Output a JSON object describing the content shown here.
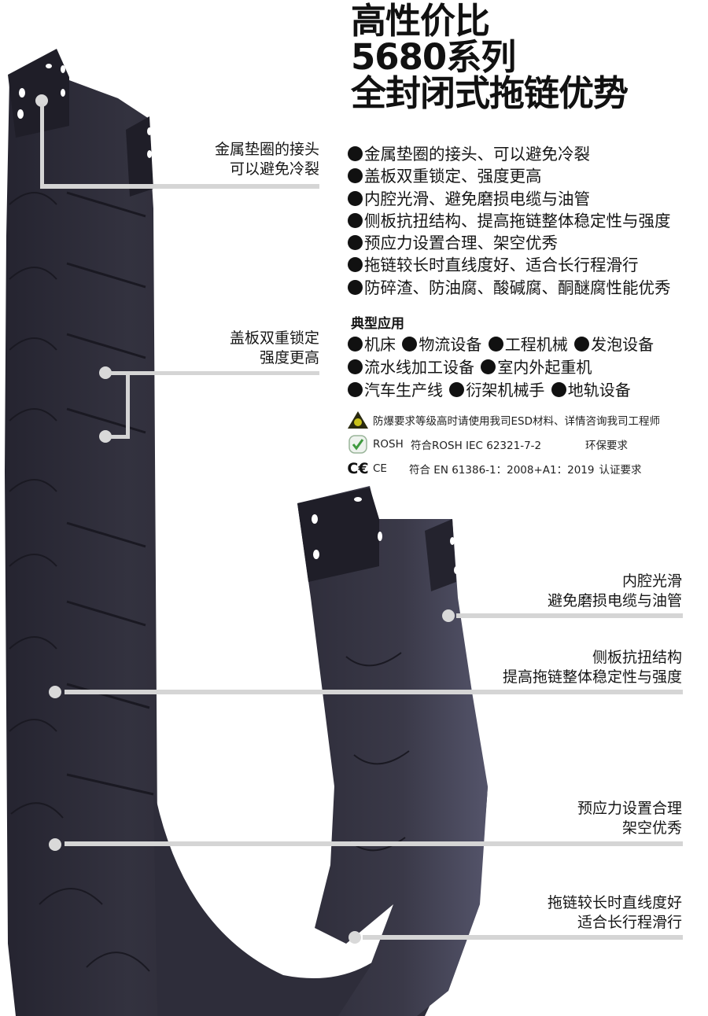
{
  "title": {
    "line1": "高性价比",
    "line2": "5680系列",
    "line3": "全封闭式拖链优势"
  },
  "features": [
    "金属垫圈的接头、可以避免冷裂",
    "盖板双重锁定、强度更高",
    "内腔光滑、避免磨损电缆与油管",
    "侧板抗扭结构、提高拖链整体稳定性与强度",
    "预应力设置合理、架空优秀",
    "拖链较长时直线度好、适合长行程滑行",
    "防碎渣、防油腐、酸碱腐、酮醚腐性能优秀"
  ],
  "applications": {
    "title": "典型应用",
    "rows": [
      [
        "机床",
        "物流设备",
        "工程机械",
        "发泡设备"
      ],
      [
        "流水线加工设备",
        "室内外起重机"
      ],
      [
        "汽车生产线",
        "衍架机械手",
        "地轨设备"
      ]
    ]
  },
  "certifications": [
    {
      "icon": "esd-warning-icon",
      "text": "防爆要求等级高时请使用我司ESD材料、详情咨询我司工程师"
    },
    {
      "icon": "rohs-check-icon",
      "label": "ROSH",
      "standard": "符合ROSH  IEC 62321-7-2",
      "requirement": "环保要求"
    },
    {
      "icon": "ce-mark-icon",
      "label": "CE",
      "standard": "符合 EN 61386-1：2008+A1：2019",
      "requirement": "认证要求"
    }
  ],
  "callouts": [
    {
      "line1": "金属垫圈的接头",
      "line2": "可以避免冷裂"
    },
    {
      "line1": "盖板双重锁定",
      "line2": "强度更高"
    },
    {
      "line1": "内腔光滑",
      "line2": "避免磨损电缆与油管"
    },
    {
      "line1": "侧板抗扭结构",
      "line2": "提高拖链整体稳定性与强度"
    },
    {
      "line1": "预应力设置合理",
      "line2": "架空优秀"
    },
    {
      "line1": "拖链较长时直线度好",
      "line2": "适合长行程滑行"
    }
  ],
  "colors": {
    "chain": "#2b2a36",
    "chain_highlight": "#4a4a5c",
    "leader": "#d5d5d5",
    "text": "#111111"
  }
}
